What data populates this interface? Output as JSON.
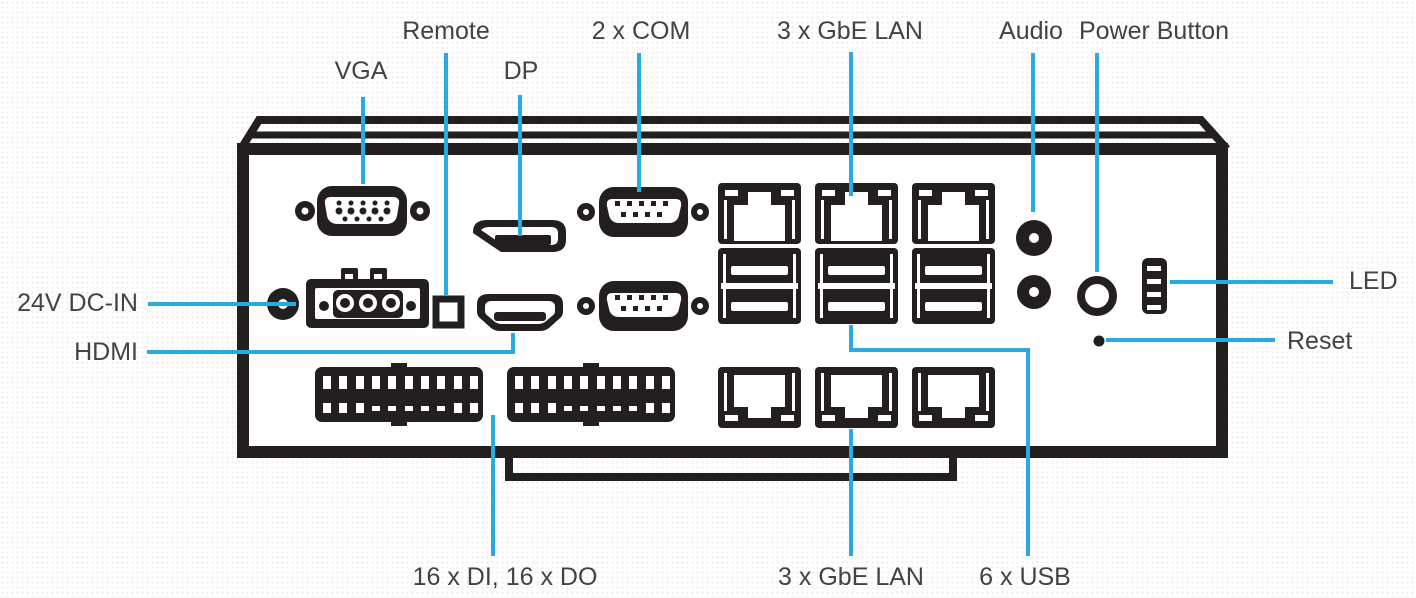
{
  "colors": {
    "line_art": "#231f20",
    "leader_line": "#29abe2",
    "label_text": "#434343",
    "background": "#ffffff"
  },
  "labels": {
    "vga": "VGA",
    "remote": "Remote",
    "dp": "DP",
    "com": "2 x COM",
    "lan_top": "3 x GbE LAN",
    "audio": "Audio",
    "power_button": "Power Button",
    "dc_in": "24V DC-IN",
    "hdmi": "HDMI",
    "led": "LED",
    "reset": "Reset",
    "dio": "16 x DI, 16 x DO",
    "lan_bottom": "3 x GbE LAN",
    "usb": "6 x USB"
  }
}
